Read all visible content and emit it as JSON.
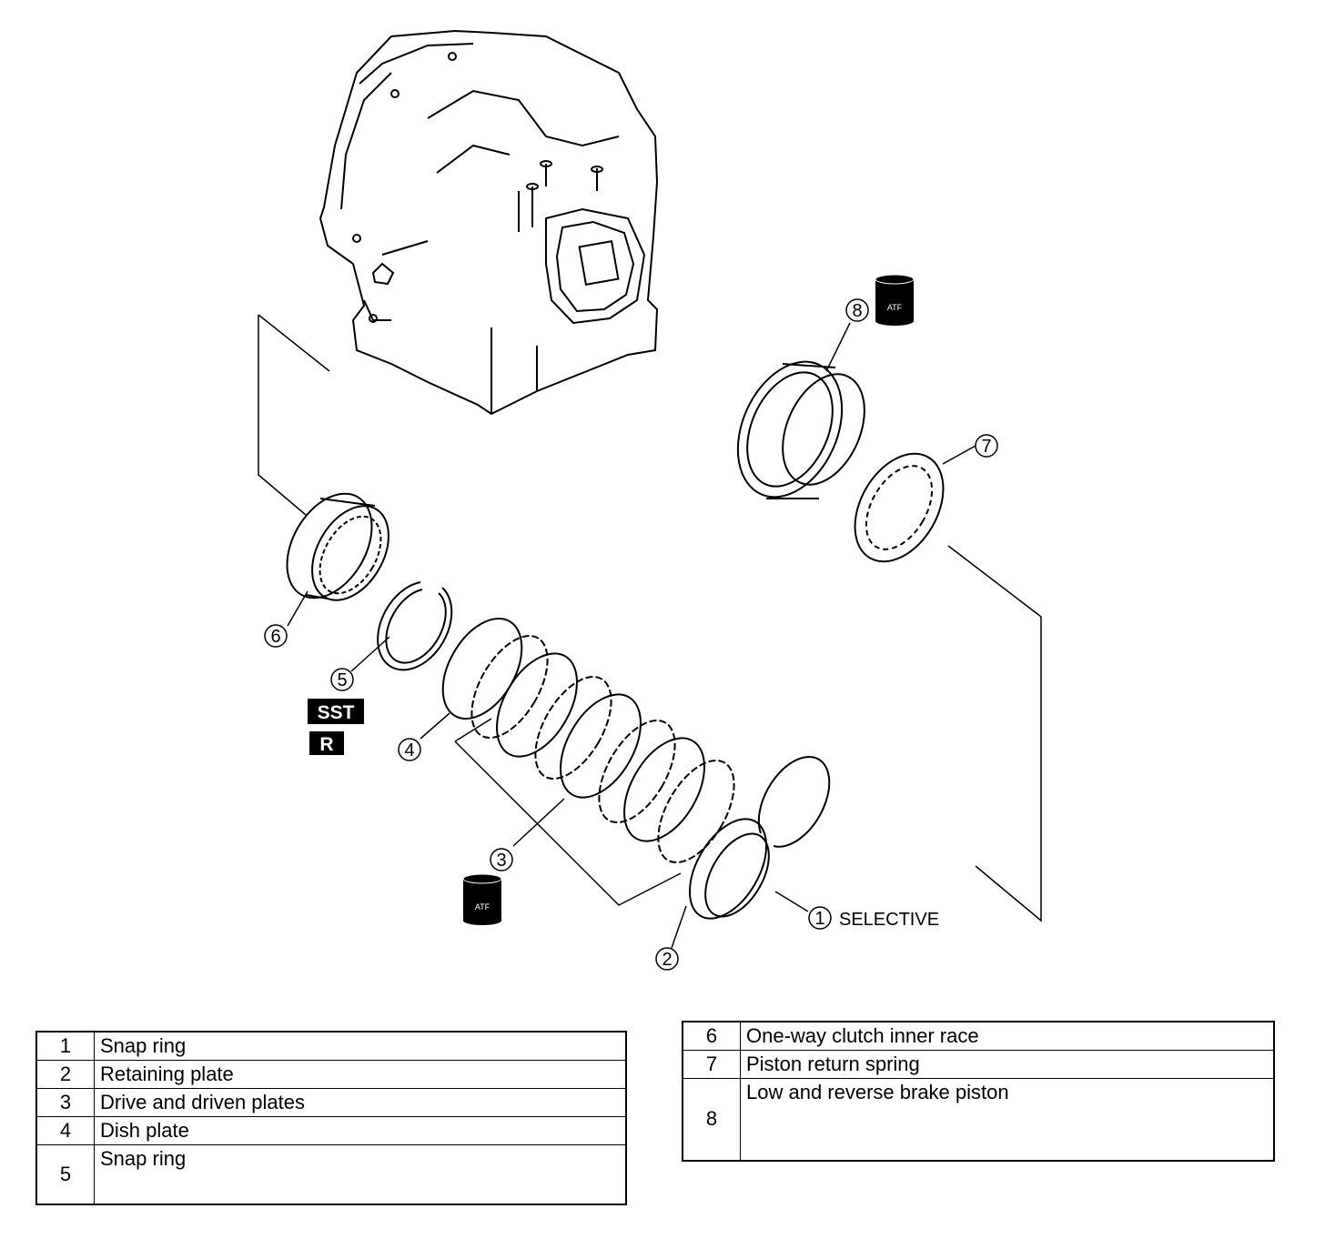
{
  "callouts": {
    "c1": "1",
    "c2": "2",
    "c3": "3",
    "c4": "4",
    "c5": "5",
    "c6": "6",
    "c7": "7",
    "c8": "8",
    "selective_label": "SELECTIVE"
  },
  "badges": {
    "sst": "SST",
    "r": "R",
    "atf_top": "ATF",
    "atf_bottom": "ATF"
  },
  "legend_left": [
    {
      "num": "1",
      "name": "Snap ring"
    },
    {
      "num": "2",
      "name": "Retaining plate"
    },
    {
      "num": "3",
      "name": "Drive and driven plates"
    },
    {
      "num": "4",
      "name": "Dish plate"
    },
    {
      "num": "5",
      "name": "Snap ring"
    }
  ],
  "legend_right": [
    {
      "num": "6",
      "name": "One-way clutch inner race"
    },
    {
      "num": "7",
      "name": "Piston return spring"
    },
    {
      "num": "8",
      "name": "Low and reverse brake piston"
    }
  ]
}
